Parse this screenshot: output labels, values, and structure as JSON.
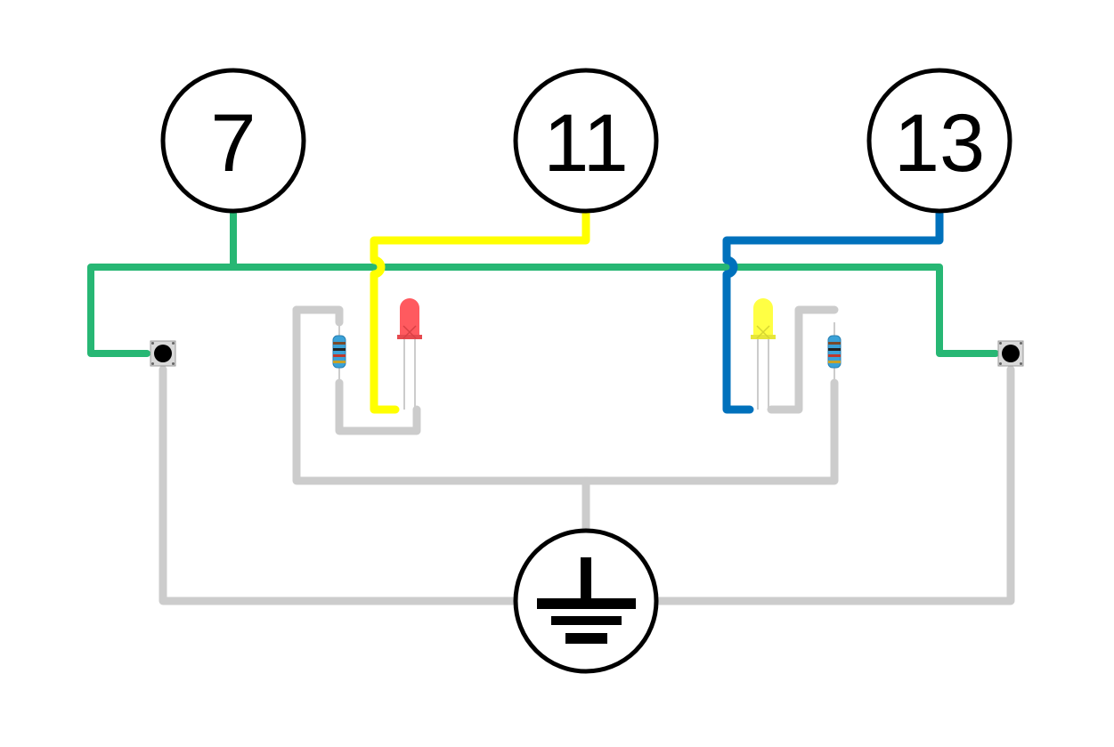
{
  "nodes": {
    "pin_left": "7",
    "pin_middle": "11",
    "pin_right": "13",
    "ground": "ground-symbol"
  },
  "colors": {
    "background": "#ffffff",
    "wire_pin7": "#27b774",
    "wire_pin11": "#ffff00",
    "wire_pin13": "#0071bc",
    "wire_ground": "#cccccc",
    "outline": "#000000",
    "led_left": "#ff5a5f",
    "led_right": "#ffff44",
    "resistor_body": "#3aa2d8",
    "button_body": "#d9d9d9"
  },
  "components": {
    "buttons": [
      "pushbutton",
      "pushbutton"
    ],
    "resistors": [
      "resistor",
      "resistor"
    ],
    "leds": [
      "red-led",
      "yellow-led"
    ]
  }
}
